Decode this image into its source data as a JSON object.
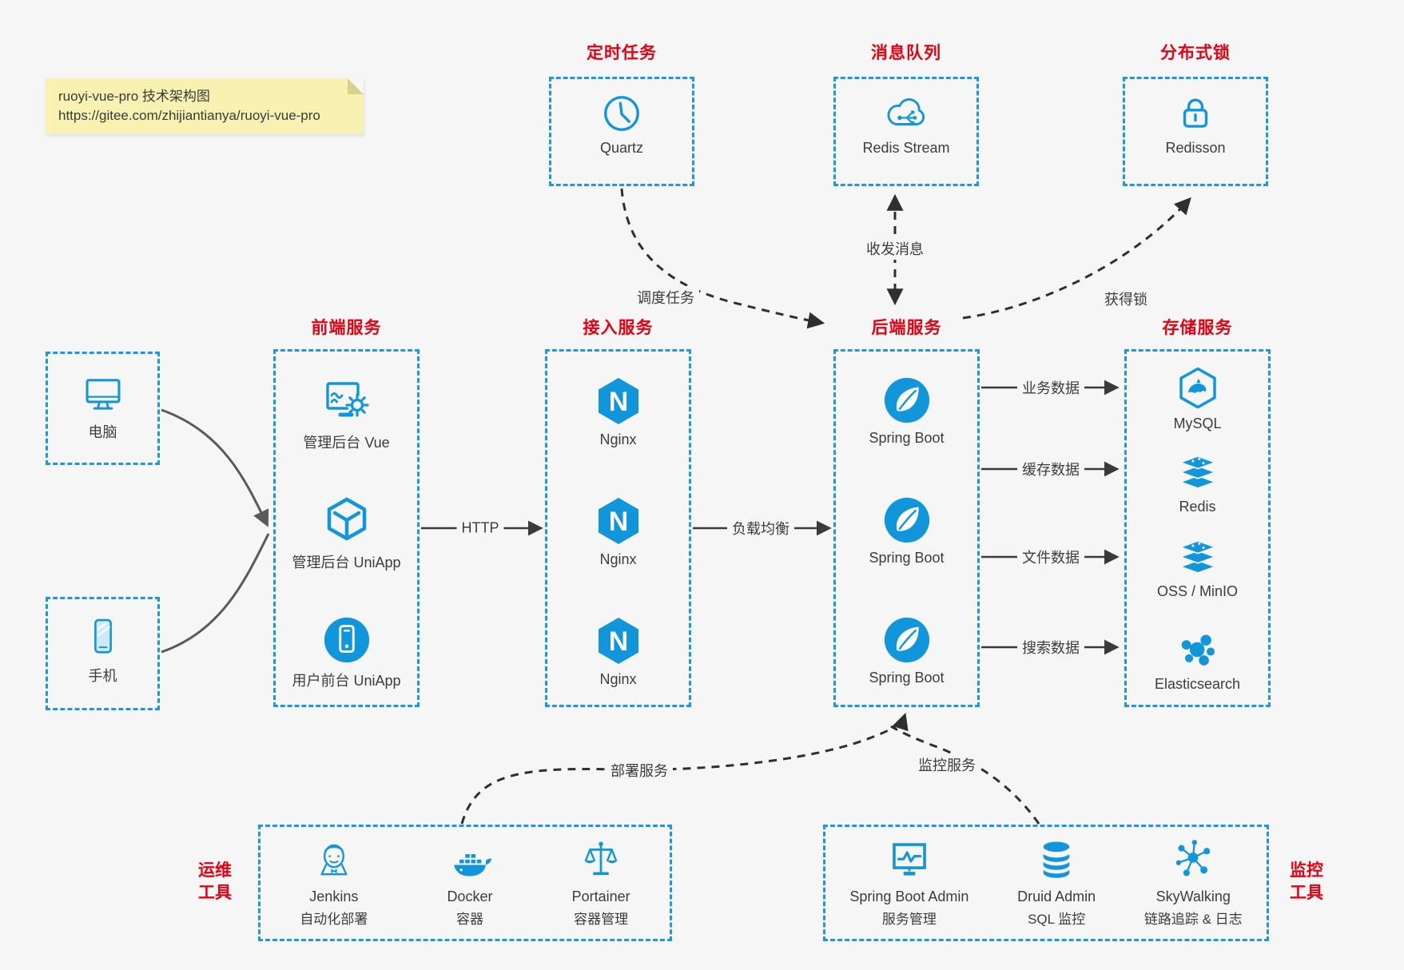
{
  "note": {
    "title": "ruoyi-vue-pro 技术架构图",
    "url": "https://gitee.com/zhijiantianya/ruoyi-vue-pro"
  },
  "colors": {
    "accent_blue": "#1296db",
    "border_blue": "#1e97e0",
    "title_red": "#e60012",
    "line_dark": "#3a3a3a",
    "background": "#f6f6f6",
    "note_yellow": "#f8f1b2"
  },
  "top_groups": {
    "scheduler": {
      "title": "定时任务",
      "item": "Quartz"
    },
    "mq": {
      "title": "消息队列",
      "item": "Redis Stream"
    },
    "lock": {
      "title": "分布式锁",
      "item": "Redisson"
    }
  },
  "clients": {
    "pc": "电脑",
    "mobile": "手机"
  },
  "frontend": {
    "title": "前端服务",
    "items": [
      "管理后台 Vue",
      "管理后台 UniApp",
      "用户前台 UniApp"
    ]
  },
  "gateway": {
    "title": "接入服务",
    "items": [
      "Nginx",
      "Nginx",
      "Nginx"
    ]
  },
  "backend": {
    "title": "后端服务",
    "items": [
      "Spring Boot",
      "Spring Boot",
      "Spring Boot"
    ]
  },
  "storage": {
    "title": "存储服务",
    "items": [
      "MySQL",
      "Redis",
      "OSS / MinIO",
      "Elasticsearch"
    ]
  },
  "edges": {
    "http": "HTTP",
    "load_balance": "负载均衡",
    "biz_data": "业务数据",
    "cache_data": "缓存数据",
    "file_data": "文件数据",
    "search_data": "搜索数据",
    "schedule": "调度任务",
    "messages": "收发消息",
    "acquire_lock": "获得锁",
    "deploy": "部署服务",
    "monitor": "监控服务"
  },
  "ops": {
    "title_line1": "运维",
    "title_line2": "工具",
    "items": [
      {
        "name": "Jenkins",
        "desc": "自动化部署"
      },
      {
        "name": "Docker",
        "desc": "容器"
      },
      {
        "name": "Portainer",
        "desc": "容器管理"
      }
    ]
  },
  "monitoring": {
    "title_line1": "监控",
    "title_line2": "工具",
    "items": [
      {
        "name": "Spring Boot Admin",
        "desc": "服务管理"
      },
      {
        "name": "Druid Admin",
        "desc": "SQL 监控"
      },
      {
        "name": "SkyWalking",
        "desc": "链路追踪 & 日志"
      }
    ]
  }
}
